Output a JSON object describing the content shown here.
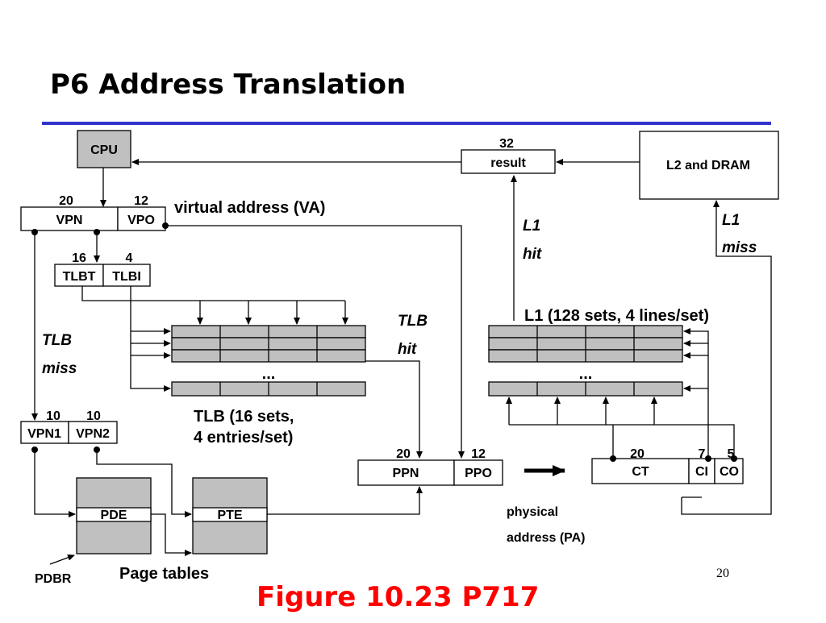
{
  "title": "P6 Address Translation",
  "colors": {
    "rule": "#3333cc",
    "figure_caption": "#ff0000",
    "box_gray": "#c0c0c0"
  },
  "cpu": "CPU",
  "result": {
    "bits": "32",
    "label": "result"
  },
  "l2_dram": "L2 and DRAM",
  "va": {
    "vpn_bits": "20",
    "vpo_bits": "12",
    "vpn": "VPN",
    "vpo": "VPO",
    "caption": "virtual address (VA)"
  },
  "tlb_index": {
    "tlbt_bits": "16",
    "tlbi_bits": "4",
    "tlbt": "TLBT",
    "tlbi": "TLBI"
  },
  "tlb_miss": {
    "line1": "TLB",
    "line2": "miss"
  },
  "tlb_hit": {
    "line1": "TLB",
    "line2": "hit"
  },
  "l1_hit": {
    "line1": "L1",
    "line2": "hit"
  },
  "l1_miss": {
    "line1": "L1",
    "line2": "miss"
  },
  "tlb_caption": {
    "line1": "TLB (16 sets,",
    "line2": "4 entries/set)"
  },
  "l1_caption": "L1 (128 sets, 4 lines/set)",
  "ellipsis": "...",
  "vpn_split": {
    "vpn1_bits": "10",
    "vpn2_bits": "10",
    "vpn1": "VPN1",
    "vpn2": "VPN2"
  },
  "pa": {
    "ppn_bits": "20",
    "ppo_bits": "12",
    "ppn": "PPN",
    "ppo": "PPO"
  },
  "cache_index": {
    "ct_bits": "20",
    "ci_bits": "7",
    "co_bits": "5",
    "ct": "CT",
    "ci": "CI",
    "co": "CO"
  },
  "pa_caption": {
    "line1": "physical",
    "line2": "address (PA)"
  },
  "pde": "PDE",
  "pte": "PTE",
  "pdbr": "PDBR",
  "page_tables": "Page tables",
  "figure_caption": "Figure 10.23  P717",
  "page_number": "20"
}
